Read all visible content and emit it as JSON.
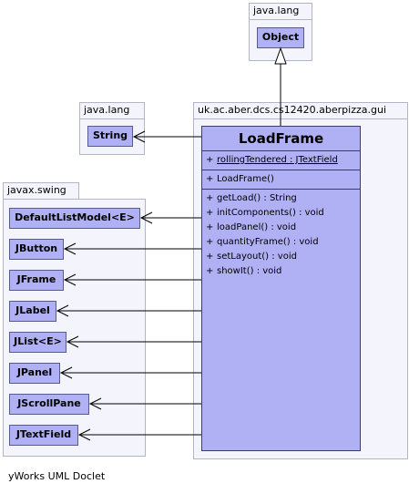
{
  "packages": {
    "java_lang_top": "java.lang",
    "java_lang_left": "java.lang",
    "aberpizza_gui": "uk.ac.aber.dcs.cs12420.aberpizza.gui",
    "javax_swing": "javax.swing"
  },
  "classes": {
    "object": "Object",
    "string": "String",
    "swing": [
      "DefaultListModel<E>",
      "JButton",
      "JFrame",
      "JLabel",
      "JList<E>",
      "JPanel",
      "JScrollPane",
      "JTextField"
    ]
  },
  "main_class": {
    "name": "LoadFrame",
    "attributes": [
      {
        "vis": "+",
        "text": "rollingTendered : JTextField"
      }
    ],
    "constructors": [
      {
        "vis": "+",
        "text": "LoadFrame()"
      }
    ],
    "methods": [
      {
        "vis": "+",
        "text": "getLoad() : String"
      },
      {
        "vis": "+",
        "text": "initComponents() : void"
      },
      {
        "vis": "+",
        "text": "loadPanel() : void"
      },
      {
        "vis": "+",
        "text": "quantityFrame() : void"
      },
      {
        "vis": "+",
        "text": "setLayout() : void"
      },
      {
        "vis": "+",
        "text": "showIt() : void"
      }
    ]
  },
  "footer": "yWorks UML Doclet"
}
